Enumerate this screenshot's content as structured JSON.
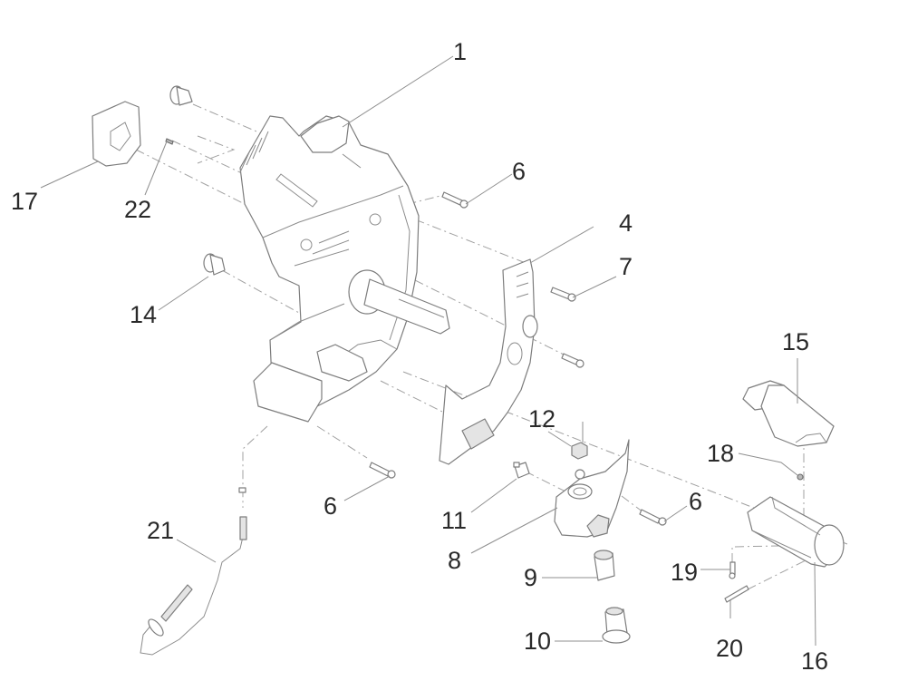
{
  "diagram": {
    "type": "exploded-parts-view",
    "subject": "Handle / housing assembly",
    "callouts": [
      {
        "id": "c1",
        "label": "1"
      },
      {
        "id": "c4",
        "label": "4"
      },
      {
        "id": "c6a",
        "label": "6"
      },
      {
        "id": "c6b",
        "label": "6"
      },
      {
        "id": "c6c",
        "label": "6"
      },
      {
        "id": "c7",
        "label": "7"
      },
      {
        "id": "c8",
        "label": "8"
      },
      {
        "id": "c9",
        "label": "9"
      },
      {
        "id": "c10",
        "label": "10"
      },
      {
        "id": "c11",
        "label": "11"
      },
      {
        "id": "c12",
        "label": "12"
      },
      {
        "id": "c14",
        "label": "14"
      },
      {
        "id": "c15",
        "label": "15"
      },
      {
        "id": "c16",
        "label": "16"
      },
      {
        "id": "c17",
        "label": "17"
      },
      {
        "id": "c18",
        "label": "18"
      },
      {
        "id": "c19",
        "label": "19"
      },
      {
        "id": "c20",
        "label": "20"
      },
      {
        "id": "c21",
        "label": "21"
      },
      {
        "id": "c22",
        "label": "22"
      }
    ],
    "colors": {
      "background": "#ffffff",
      "line": "#7d7d7d",
      "text": "#2a2a2a"
    }
  }
}
